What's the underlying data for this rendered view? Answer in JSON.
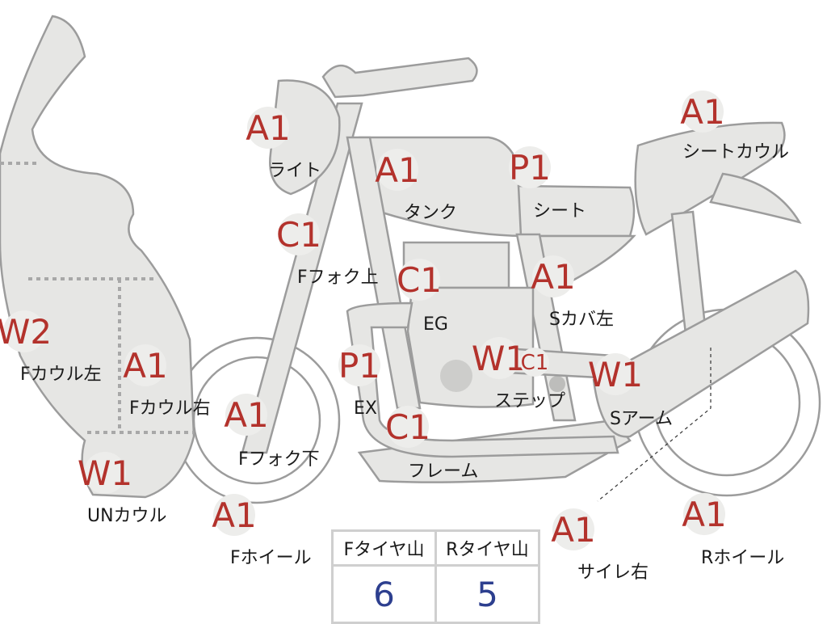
{
  "parts": [
    {
      "code": "A1",
      "label": "ライト"
    },
    {
      "code": "A1",
      "label": "タンク"
    },
    {
      "code": "P1",
      "label": "シート"
    },
    {
      "code": "A1",
      "label": "シートカウル"
    },
    {
      "code": "C1",
      "label": "Fフォク上"
    },
    {
      "code": "C1",
      "label": "EG"
    },
    {
      "code": "A1",
      "label": "Sカバ左"
    },
    {
      "code": "W2",
      "label": "Fカウル左"
    },
    {
      "code": "A1",
      "label": "Fカウル右"
    },
    {
      "code": "P1",
      "label": "EX"
    },
    {
      "code": "W1",
      "label": ""
    },
    {
      "code": "C1",
      "label": "ステップ"
    },
    {
      "code": "W1",
      "label": "Sアーム"
    },
    {
      "code": "A1",
      "label": "Fフォク下"
    },
    {
      "code": "C1",
      "label": "フレーム"
    },
    {
      "code": "W1",
      "label": "UNカウル"
    },
    {
      "code": "A1",
      "label": "Fホイール"
    },
    {
      "code": "A1",
      "label": "サイレ右"
    },
    {
      "code": "A1",
      "label": "Rホイール"
    }
  ],
  "tire_table": {
    "headers": [
      "Fタイヤ山",
      "Rタイヤ山"
    ],
    "values": [
      "6",
      "5"
    ]
  },
  "colors": {
    "code": "#b3322c",
    "tire_value": "#2d3f8f",
    "part_fill": "#e6e6e4"
  }
}
